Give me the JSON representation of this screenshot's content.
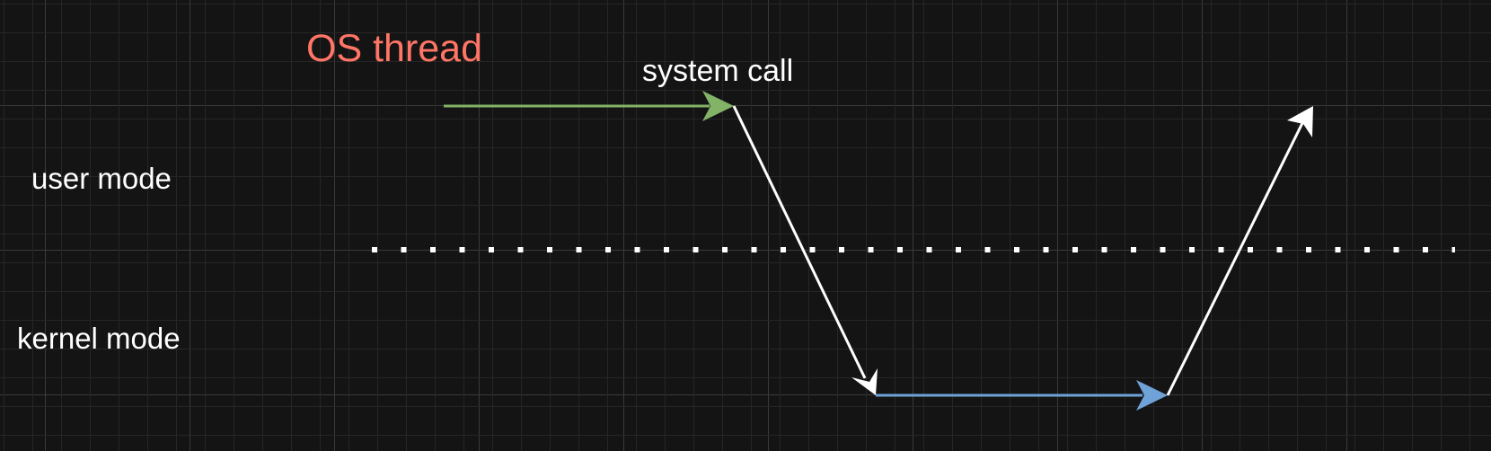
{
  "diagram": {
    "title": "OS thread",
    "arrow_label": "system call",
    "regions": {
      "upper": "user mode",
      "lower": "kernel mode"
    },
    "colors": {
      "background": "#141414",
      "title": "#ff7566",
      "text": "#ffffff",
      "user_arrow": "#82b366",
      "kernel_arrow": "#6fa3d8",
      "transition_arrow": "#ffffff",
      "boundary": "#ffffff"
    }
  }
}
